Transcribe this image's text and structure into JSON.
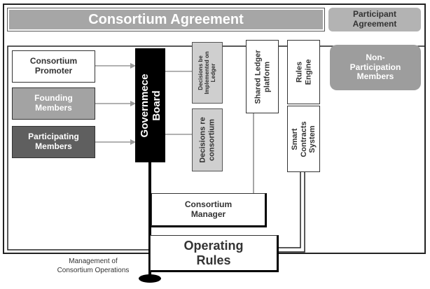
{
  "diagram": {
    "agreement_title": "Consortium Agreement",
    "participant_agreement": "Participant\nAgreement",
    "non_participation": "Non-\nParticipation\nMembers",
    "promoter": "Consortium\nPromoter",
    "founding": "Founding\nMembers",
    "participating": "Participating\nMembers",
    "board": "Governmece\nBoard",
    "decisions_ledger": "Decisions be\nImplemented on\nLedger",
    "decisions_consortium": "Decisions re\nconsortium",
    "shared_ledger": "Shared Ledger\nplatform",
    "rules_engine": "Rules\nEngine",
    "smart_contracts": "Smart\nContracts\nSystem",
    "manager": "Consortium\nManager",
    "operating_rules": "Operating\nRules",
    "management_caption": "Management of\nConsortium Operations"
  }
}
